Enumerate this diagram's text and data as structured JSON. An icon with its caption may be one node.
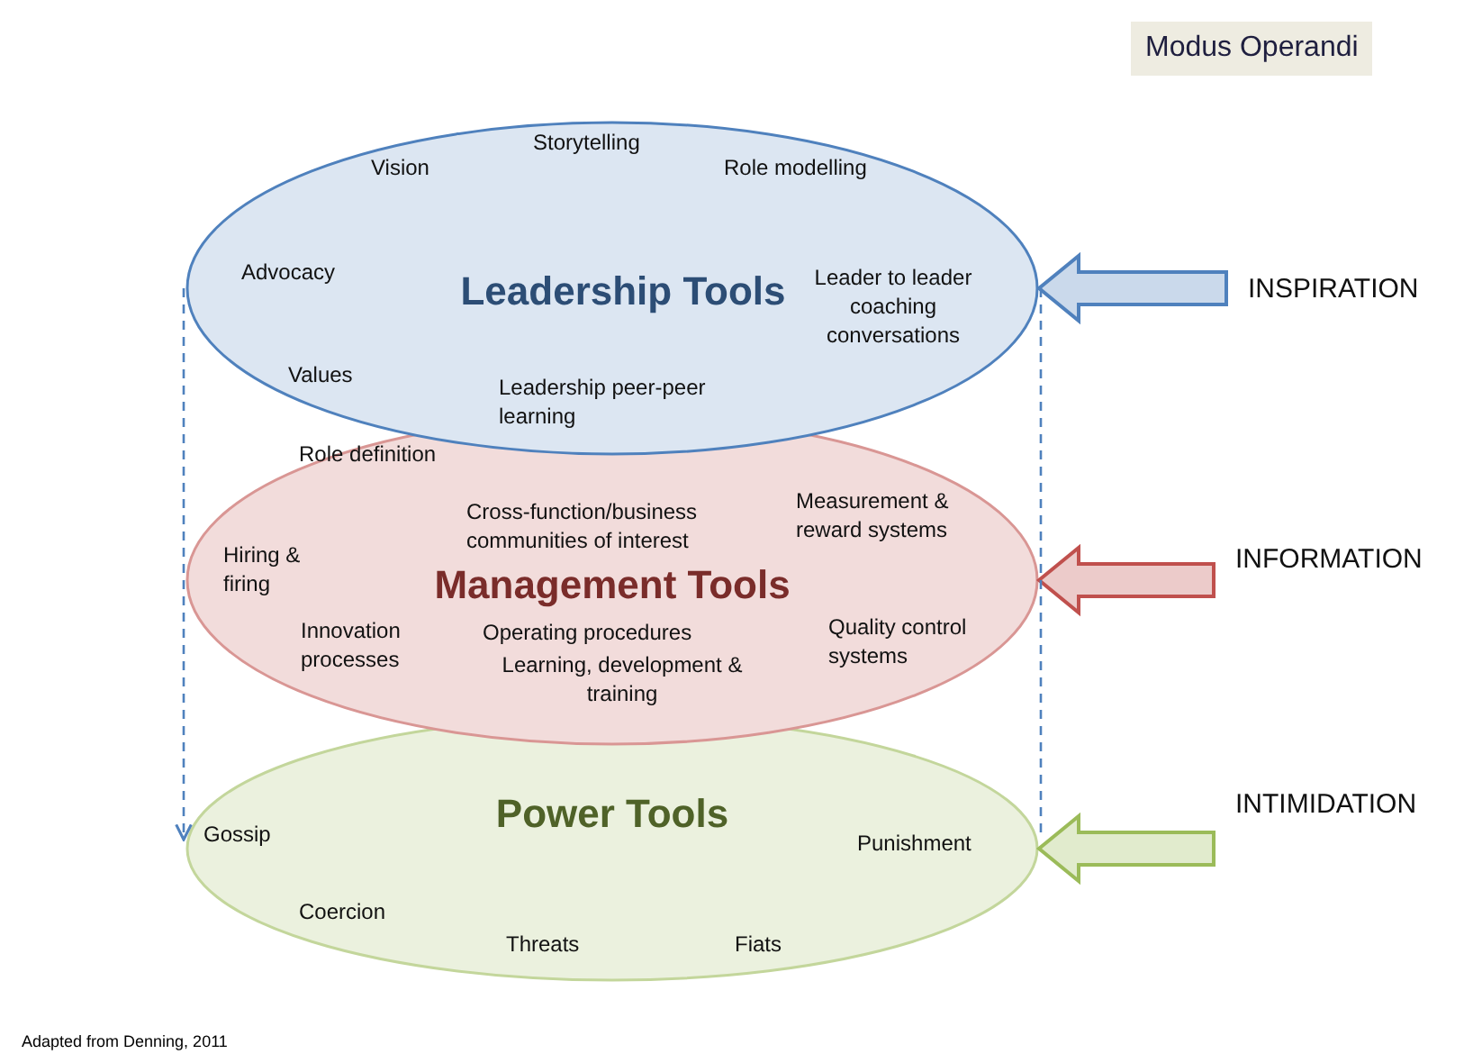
{
  "diagram": {
    "title": "Modus Operandi",
    "caption": "Adapted from Denning, 2011",
    "nodes": [
      {
        "text": [
          "Leadership Tools",
          "Vision",
          "Storytelling",
          "Role modelling",
          "Advocacy",
          "Leader to leader coaching conversations",
          "Values",
          "Leadership peer-peer learning"
        ]
      },
      {
        "text": [
          "Management Tools",
          "Role definition",
          "Cross-function/business communities of interest",
          "Measurement & reward systems",
          "Hiring & firing",
          "Quality control systems",
          "Innovation processes",
          "Operating procedures",
          "Learning, development & training"
        ]
      },
      {
        "text": [
          "Power Tools",
          "Gossip",
          "Punishment",
          "Coercion",
          "Threats",
          "Fiats"
        ]
      },
      {
        "text": [
          "INSPIRATION"
        ]
      },
      {
        "text": [
          "INFORMATION"
        ]
      },
      {
        "text": [
          "INTIMIDATION"
        ]
      }
    ],
    "edges": [
      {
        "from": 3,
        "to": 0,
        "arrow": "to",
        "style": "thick",
        "color": "#4f81bd"
      },
      {
        "from": 4,
        "to": 1,
        "arrow": "to",
        "style": "thick",
        "color": "#c0504d"
      },
      {
        "from": 5,
        "to": 2,
        "arrow": "to",
        "style": "thick",
        "color": "#9bbb59"
      },
      {
        "from": 0,
        "to": 2,
        "arrow": "to",
        "style": "dashed",
        "color": "#4f81bd"
      },
      {
        "from": 0,
        "to": 2,
        "arrow": "none",
        "style": "dashed",
        "color": "#4f81bd"
      }
    ]
  }
}
